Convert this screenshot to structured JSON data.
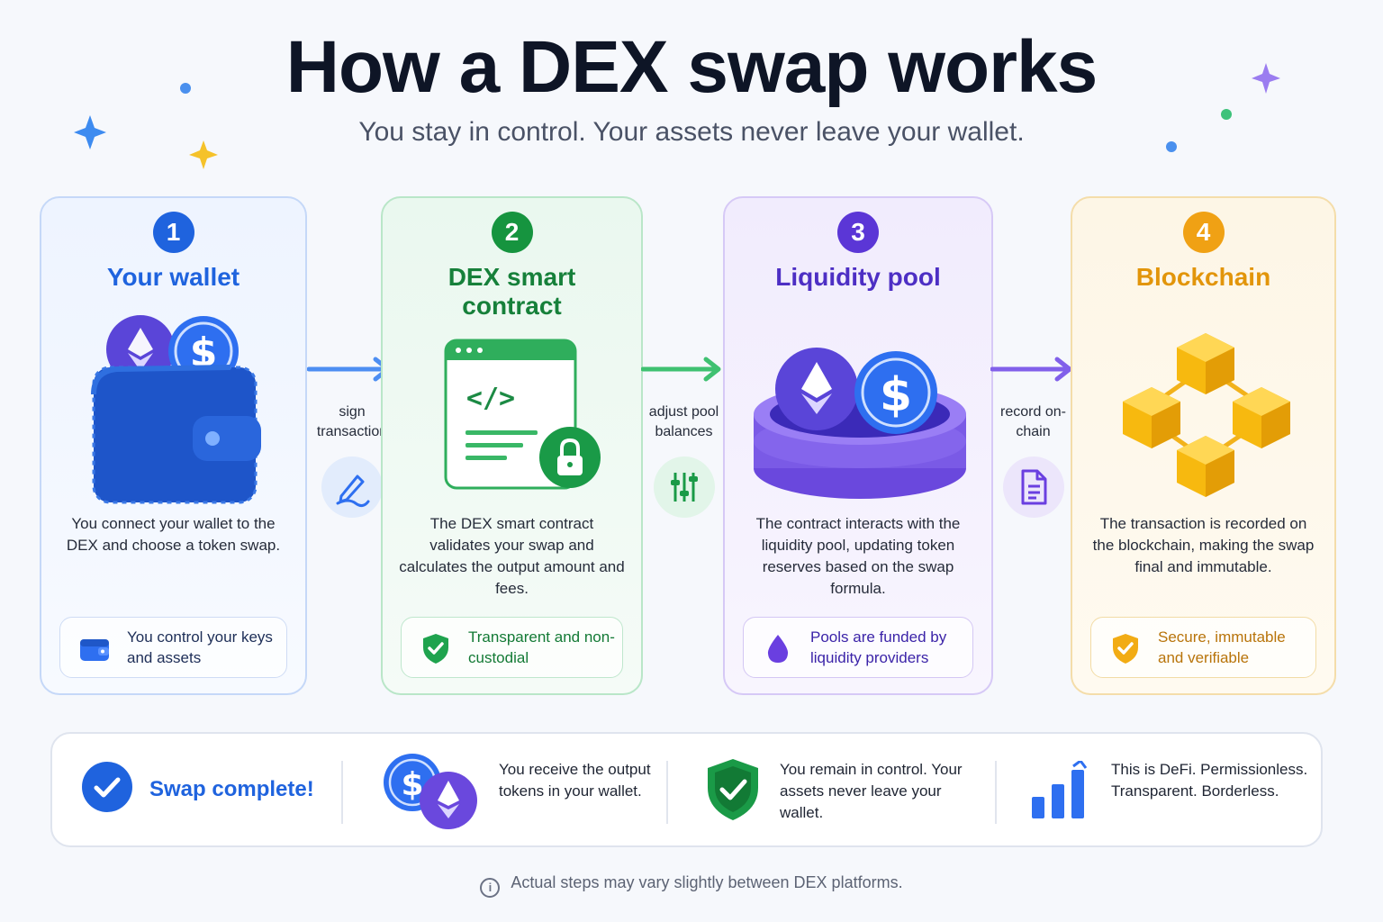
{
  "header": {
    "title": "How a DEX swap works",
    "subtitle": "You stay in control. Your assets never leave your wallet."
  },
  "steps": [
    {
      "number": "1",
      "title": "Your wallet",
      "description": "You connect your wallet to the DEX and choose a token swap.",
      "note": "You control your keys and assets",
      "accent": "#1f63de",
      "icon": "wallet-icon",
      "note_icon": "wallet-icon"
    },
    {
      "number": "2",
      "title": "DEX smart contract",
      "description": "The DEX smart contract validates your swap and calculates the output amount and fees.",
      "note": "Transparent and non-custodial",
      "accent": "#16943f",
      "icon": "smart-contract-icon",
      "note_icon": "shield-check-icon"
    },
    {
      "number": "3",
      "title": "Liquidity pool",
      "description": "The contract interacts with the liquidity pool, updating token reserves based on the swap formula.",
      "note": "Pools are funded by liquidity providers",
      "accent": "#5b36d6",
      "icon": "liquidity-pool-icon",
      "note_icon": "droplet-icon"
    },
    {
      "number": "4",
      "title": "Blockchain",
      "description": "The transaction is recorded on the blockchain, making the swap final and immutable.",
      "note": "Secure, immutable and verifiable",
      "accent": "#e59a0c",
      "icon": "blockchain-cubes-icon",
      "note_icon": "shield-check-icon"
    }
  ],
  "connectors": [
    {
      "label": "sign transaction",
      "icon": "pen-sign-icon",
      "color": "#3d7ff0"
    },
    {
      "label": "adjust pool balances",
      "icon": "sliders-icon",
      "color": "#2fb864"
    },
    {
      "label": "record on-chain",
      "icon": "document-icon",
      "color": "#7a58e6"
    }
  ],
  "summary": {
    "complete": "Swap complete!",
    "receive": "You receive the output tokens in your wallet.",
    "control": "You remain in control. Your assets never leave your wallet.",
    "defi": "This is DeFi. Permissionless. Transparent. Borderless."
  },
  "footnote": "Actual steps may vary slightly between DEX platforms.",
  "footnote_icon": "info-icon"
}
